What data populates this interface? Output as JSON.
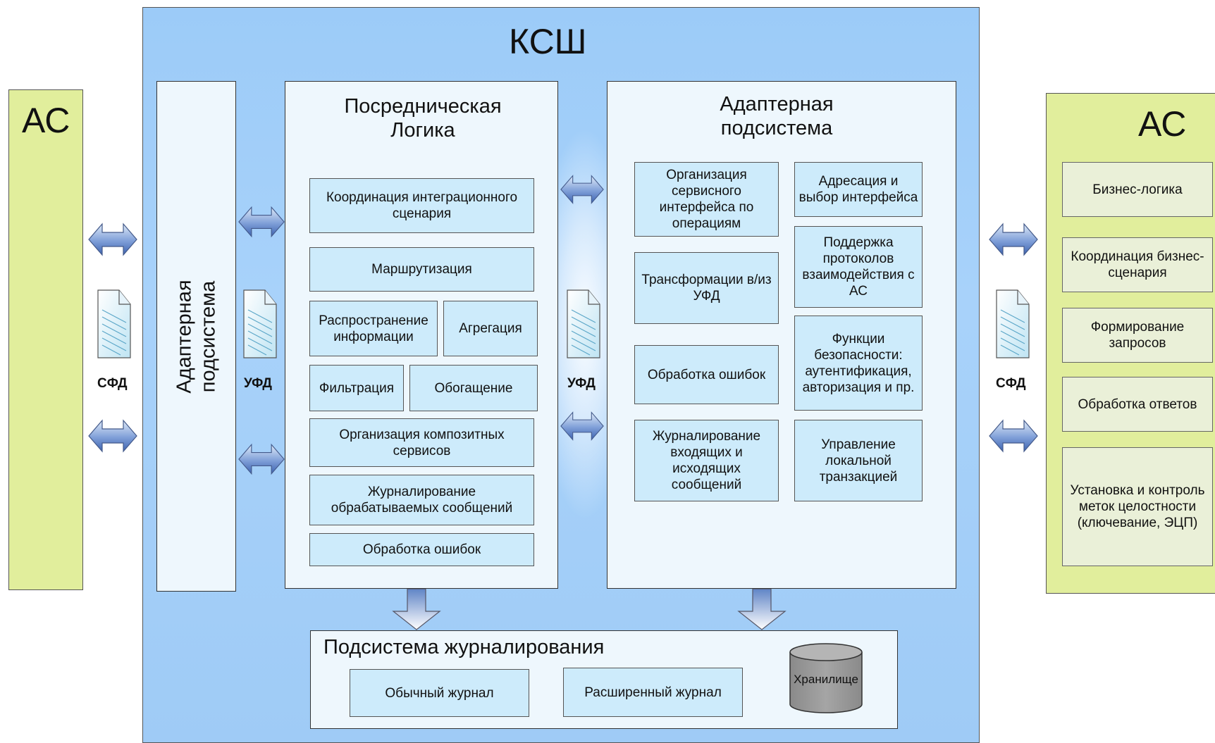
{
  "left_as": {
    "title": "АС"
  },
  "right_as": {
    "title": "АС",
    "items": [
      "Бизнес-логика",
      "Координация бизнес-сценария",
      "Формирование запросов",
      "Обработка ответов",
      "Установка и контроль меток целостности (ключевание, ЭЦП)"
    ]
  },
  "ksh": {
    "title": "КСШ"
  },
  "left_adapter": {
    "title": "Адаптерная подсистема"
  },
  "mediation": {
    "title": "Посредническая Логика",
    "coordination": "Координация интеграционного сценария",
    "routing": "Маршрутизация",
    "distribution": "Распространение информации",
    "aggregation": "Агрегация",
    "filtering": "Фильтрация",
    "enrichment": "Обогащение",
    "composite": "Организация композитных сервисов",
    "logging": "Журналирование обрабатываемых сообщений",
    "errors": "Обработка ошибок"
  },
  "adapter": {
    "title": "Адаптерная подсистема",
    "service_interface": "Организация сервисного интерфейса по операциям",
    "addressing": "Адресация и выбор интерфейса",
    "transform": "Трансформации в/из УФД",
    "protocols": "Поддержка протоколов взаимодействия с АС",
    "security": "Функции безопасности: аутентификация, авторизация и пр.",
    "errors": "Обработка ошибок",
    "io_logging": "Журналирование входящих и исходящих сообщений",
    "transaction": "Управление локальной транзакцией"
  },
  "logging_subsystem": {
    "title": "Подсистема журналирования",
    "regular": "Обычный журнал",
    "extended": "Расширенный журнал",
    "storage": "Хранилище"
  },
  "labels": {
    "sfd_left": "СФД",
    "ufd_left": "УФД",
    "ufd_right": "УФД",
    "sfd_right": "СФД"
  },
  "colors": {
    "as_green": "#e1ee9c",
    "ksh_blue": "#9ccbf8",
    "box_blue": "#cdebfb",
    "arrow_blue": "#4f77bf"
  }
}
